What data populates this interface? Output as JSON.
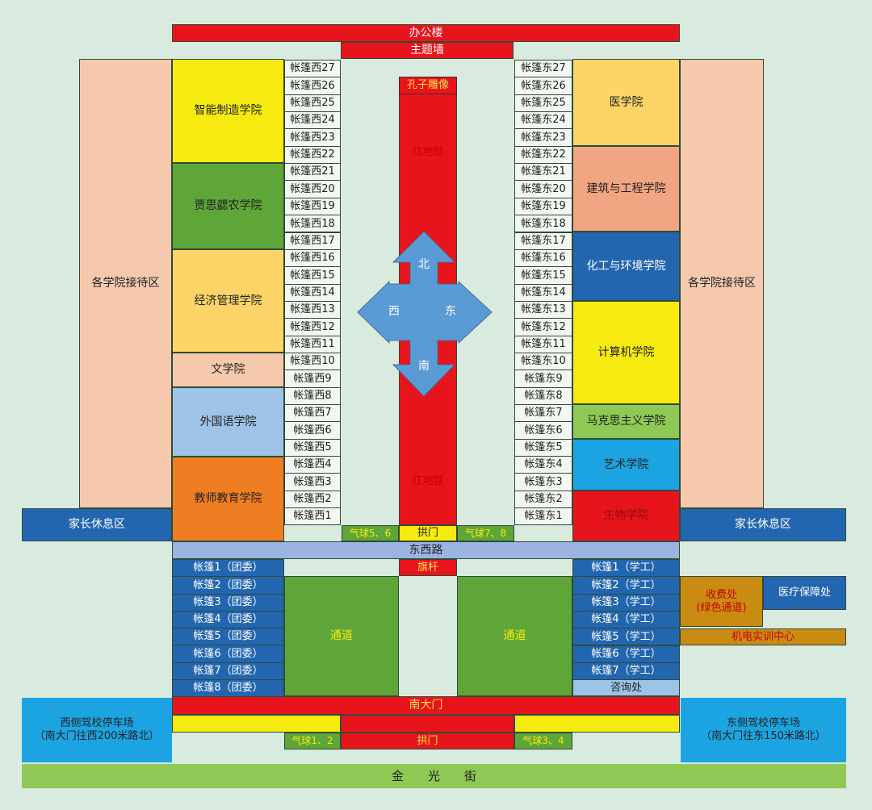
{
  "office_building": "办公楼",
  "theme_wall": "主题墙",
  "confucius_statue": "孔子雕像",
  "red_carpet_upper": "红地毯",
  "red_carpet_lower": "红地毯",
  "compass": {
    "north": "北",
    "south": "南",
    "east": "东",
    "west": "西"
  },
  "reception_left": "各学院接待区",
  "reception_right": "各学院接待区",
  "parent_rest_left": "家长休息区",
  "parent_rest_right": "家长休息区",
  "west_colleges": [
    "智能制造学院",
    "贾思勰农学院",
    "经济管理学院",
    "文学院",
    "外国语学院",
    "教师教育学院"
  ],
  "east_colleges": [
    "医学院",
    "建筑与工程学院",
    "化工与环境学院",
    "计算机学院",
    "马克思主义学院",
    "艺术学院",
    "生物学院"
  ],
  "west_tents": [
    "帐篷西27",
    "帐篷西26",
    "帐篷西25",
    "帐篷西24",
    "帐篷西23",
    "帐篷西22",
    "帐篷西21",
    "帐篷西20",
    "帐篷西19",
    "帐篷西18",
    "帐篷西17",
    "帐篷西16",
    "帐篷西15",
    "帐篷西14",
    "帐篷西13",
    "帐篷西12",
    "帐篷西11",
    "帐篷西10",
    "帐篷西9",
    "帐篷西8",
    "帐篷西7",
    "帐篷西6",
    "帐篷西5",
    "帐篷西4",
    "帐篷西3",
    "帐篷西2",
    "帐篷西1"
  ],
  "east_tents": [
    "帐篷东27",
    "帐篷东26",
    "帐篷东25",
    "帐篷东24",
    "帐篷东23",
    "帐篷东22",
    "帐篷东21",
    "帐篷东20",
    "帐篷东19",
    "帐篷东18",
    "帐篷东17",
    "帐篷东16",
    "帐篷东15",
    "帐篷东14",
    "帐篷东13",
    "帐篷东12",
    "帐篷东11",
    "帐篷东10",
    "帐篷东9",
    "帐篷东8",
    "帐篷东7",
    "帐篷东6",
    "帐篷东5",
    "帐篷东4",
    "帐篷东3",
    "帐篷东2",
    "帐篷东1"
  ],
  "balloons_56": "气球5、6",
  "balloons_78": "气球7、8",
  "arch_upper": "拱门",
  "east_west_road": "东西路",
  "flagpole": "旗杆",
  "passage_left": "通道",
  "passage_right": "通道",
  "league_tents": [
    "帐篷1（团委）",
    "帐篷2（团委）",
    "帐篷3（团委）",
    "帐篷4（团委）",
    "帐篷5（团委）",
    "帐篷6（团委）",
    "帐篷7（团委）",
    "帐篷8（团委）"
  ],
  "student_tents": [
    "帐篷1（学工）",
    "帐篷2（学工）",
    "帐篷3（学工）",
    "帐篷4（学工）",
    "帐篷5（学工）",
    "帐篷6（学工）",
    "帐篷7（学工）"
  ],
  "consult": "咨询处",
  "cashier": "收费处\n(绿色通道)",
  "medical": "医疗保障处",
  "training_center": "机电实训中心",
  "south_gate": "南大门",
  "west_parking": "西侧驾校停车场\n（南大门往西200米路北）",
  "east_parking": "东侧驾校停车场\n（南大门往东150米路北）",
  "balloons_12": "气球1、2",
  "balloons_34": "气球3、4",
  "arch_lower": "拱门",
  "street": "金　　光　　街",
  "colors": {
    "red": "#e8141c",
    "yellow": "#f6ea10",
    "green": "#5fa638",
    "blue": "#2366b0",
    "sky": "#1ca4e2",
    "pink": "#f6c9ac",
    "sand": "#fcd468",
    "orange": "#ef7e22",
    "arrow": "#5b9bd5",
    "background": "#d9eadf"
  }
}
